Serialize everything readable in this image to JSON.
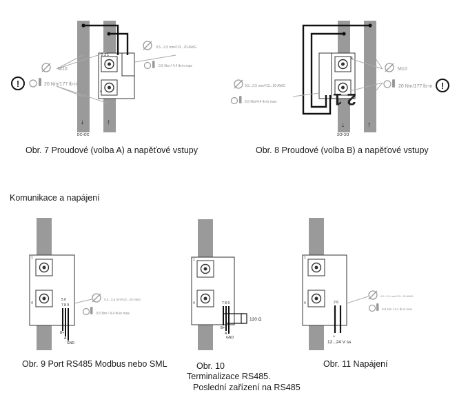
{
  "figures": {
    "fig7": {
      "caption": "Obr. 7 Proudové (volba A) a napěťové vstupy",
      "wire_spec": "0,5...2,5 mm²/13...20 AWG",
      "torque_small": "0,5 Nm / 4,4 lb-in max",
      "bolt": "M10",
      "bolt_torque": "20 Nm/177 lb-in",
      "terminals_top": "2 3 1",
      "terminal_bottom": "4",
      "bottom_label": "DC+DC",
      "warning_symbol": "!"
    },
    "fig8": {
      "caption": "Obr. 8 Proudové (volba B) a napěťové vstupy",
      "wire_spec": "0,5...2,5 mm²/13...20 AWG",
      "torque_small": "0,5 Nm/4,4 lb-in max",
      "bolt": "M10",
      "bolt_torque": "20 Nm/177 lb-in",
      "terminal_top": "4",
      "big_label": "2 1",
      "bottom_label": "DC+DC",
      "warning_symbol": "!"
    },
    "section_title": "Komunikace a napájení",
    "fig9": {
      "caption": "Obr. 9 Port RS485 Modbus nebo SML",
      "wire_spec": "0,5...2,5 mm²/13...20 AWG",
      "torque_small": "0,5 Nm / 4,4 lb-in max",
      "terminal_top": "1",
      "terminal_bottom": "4",
      "pins_top": "5 6",
      "pins_bottom": "7 8 9",
      "sig_b": "B+",
      "sig_a": "A",
      "sig_gnd": "GND"
    },
    "fig10": {
      "caption_line1": "Obr. 10",
      "caption_line2": "Terminalizace RS485.",
      "caption_line3": "Poslední zařízení na RS485",
      "terminal_top": "1",
      "terminal_bottom": "4",
      "pins": "7 8 9",
      "resistor": "120 Ω",
      "sig_b": "B+",
      "sig_a": "A",
      "sig_gnd": "GND"
    },
    "fig11": {
      "caption": "Obr. 11 Napájení",
      "wire_spec": "0,5...2,5 mm²/13...20 AWG",
      "torque_small": "0,5 Nm / 4,4 lb-in max",
      "terminal_top": "1",
      "terminal_bottom": "4",
      "pins": "2 6",
      "supply_sign": "+",
      "voltage": "12...24 V ss"
    }
  }
}
